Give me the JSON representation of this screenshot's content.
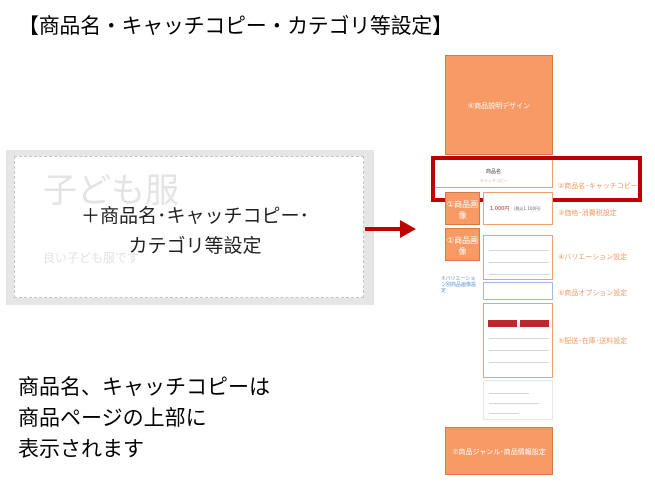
{
  "slide_title": "【商品名・キャッチコピー・カテゴリ等設定】",
  "editor": {
    "ghost_title": "子ども服",
    "ghost_subtitle": "良い子ども服です",
    "add_label_line1": "＋商品名･キャッチコピー･",
    "add_label_line2": "カテゴリ等設定"
  },
  "note": {
    "line1": "商品名、キャッチコピーは",
    "line2": "商品ページの上部に",
    "line3": "表示されます"
  },
  "mockup": {
    "design_block": "⑥商品説明デザイン",
    "product_name_text": "商品名",
    "catch_copy_text": "キャッチコピー",
    "image_block_1": "①商品画像",
    "image_block_2": "①商品画像",
    "price_text": "1,000円",
    "price_tax": "(税込1,100円)",
    "variation_image_label": "⑦バリエーション別商品画像設定",
    "genre_block": "⑦商品ジャンル･商品情報設定",
    "labels": {
      "name": "②商品名･キャッチコピー",
      "price": "③価格･消費税設定",
      "variation": "④バリエーション設定",
      "option": "⑤商品オプション設定",
      "shipping": "⑤配送･在庫･送料設定"
    }
  },
  "colors": {
    "accent": "#c00000",
    "block_orange": "#f79a66"
  }
}
